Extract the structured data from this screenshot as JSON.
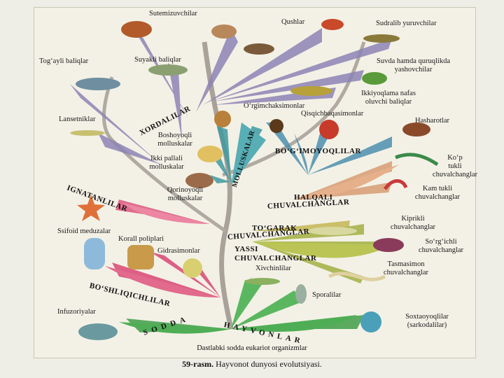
{
  "caption": {
    "number": "59-rasm.",
    "text": "Hayvonot dunyosi evolutsiyasi."
  },
  "base": "Dastlabki sodda eukariot organizmlar",
  "groups": {
    "sodda": "SODDA",
    "hayvonlar": "HAYVONLAR",
    "boshliqichlilar": "BO‘SHLIQICHLILAR",
    "ignatanlilar": "IGNATANLILAR",
    "xordalilar": "XORDALILAR",
    "molluskalar": "MOLLUSKALAR",
    "bogimoyoqlilar": "BO‘G‘IMOYOQLILAR",
    "halqali": "HALQALI",
    "halqali2": "CHUVALCHANGLAR",
    "togarak": "TO‘GARAK",
    "togarak2": "CHUVALCHANGLAR",
    "yassi": "YASSI",
    "yassi2": "CHUVALCHANGLAR"
  },
  "labels": {
    "sutemizuvchilar": "Sutemizuvchilar",
    "qushlar": "Qushlar",
    "sudralib": "Sudralib yuruvchilar",
    "togayli": "Tog‘ayli baliqlar",
    "suyakli": "Suyakli baliqlar",
    "suvda1": "Suvda hamda quruqlikda",
    "suvda2": "yashovchilar",
    "ikkiyoq1": "Ikkiyoqlama nafas",
    "ikkiyoq2": "oluvchi baliqlar",
    "lansetniklar": "Lansetniklar",
    "orgimchak": "O‘rgimchaksimonlar",
    "qisqich": "Qisqichbaqasimonlar",
    "hasharotlar": "Hasharotlar",
    "boshoyoqli1": "Boshoyoqli",
    "boshoyoqli2": "molluskalar",
    "ikkipallali1": "Ikki pallali",
    "ikkipallali2": "molluskalar",
    "kop1": "Ko‘p",
    "kop2": "tukli",
    "kop3": "chuvalchanglar",
    "kam1": "Kam tukli",
    "kam2": "chuvalchanglar",
    "qorin1": "Qorinoyoqli",
    "qorin2": "molluskalar",
    "kiprikli1": "Kiprikli",
    "kiprikli2": "chuvalchanglar",
    "sorgichli1": "So‘rg‘ichli",
    "sorgichli2": "chuvalchanglar",
    "ssifoid": "Ssifoid meduzalar",
    "korall": "Korall poliplari",
    "gidrasimon": "Gidrasimonlar",
    "tasma1": "Tasmasimon",
    "tasma2": "chuvalchanglar",
    "xivchin": "Xivchinlilar",
    "sporali": "Sporalilar",
    "infuzoriya": "Infuzoriyalar",
    "soxta1": "Soxtaoyoqlilar",
    "soxta2": "(sarkodalilar)"
  },
  "colors": {
    "trunk": "#a9a29a",
    "protozoa": "#3f9e46",
    "coelenterates": "#d9507a",
    "echinoderms": "#e06d8e",
    "chordates": "#8c84b4",
    "molluscs": "#3e9aa0",
    "arthropods": "#4c8fae",
    "annelids": "#d9a17a",
    "roundworms": "#cbbf6a",
    "flatworms": "#a6b34a"
  }
}
